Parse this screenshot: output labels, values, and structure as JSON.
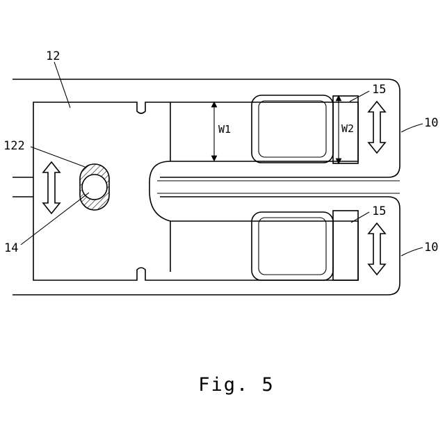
{
  "figure": {
    "caption": "Fig. 5",
    "labels": {
      "part_12": "12",
      "part_122": "122",
      "part_14": "14",
      "part_15_upper": "15",
      "part_15_lower": "15",
      "part_10_upper": "10",
      "part_10_lower": "10"
    },
    "dimensions": {
      "w1": "W1",
      "w2": "W2"
    }
  }
}
